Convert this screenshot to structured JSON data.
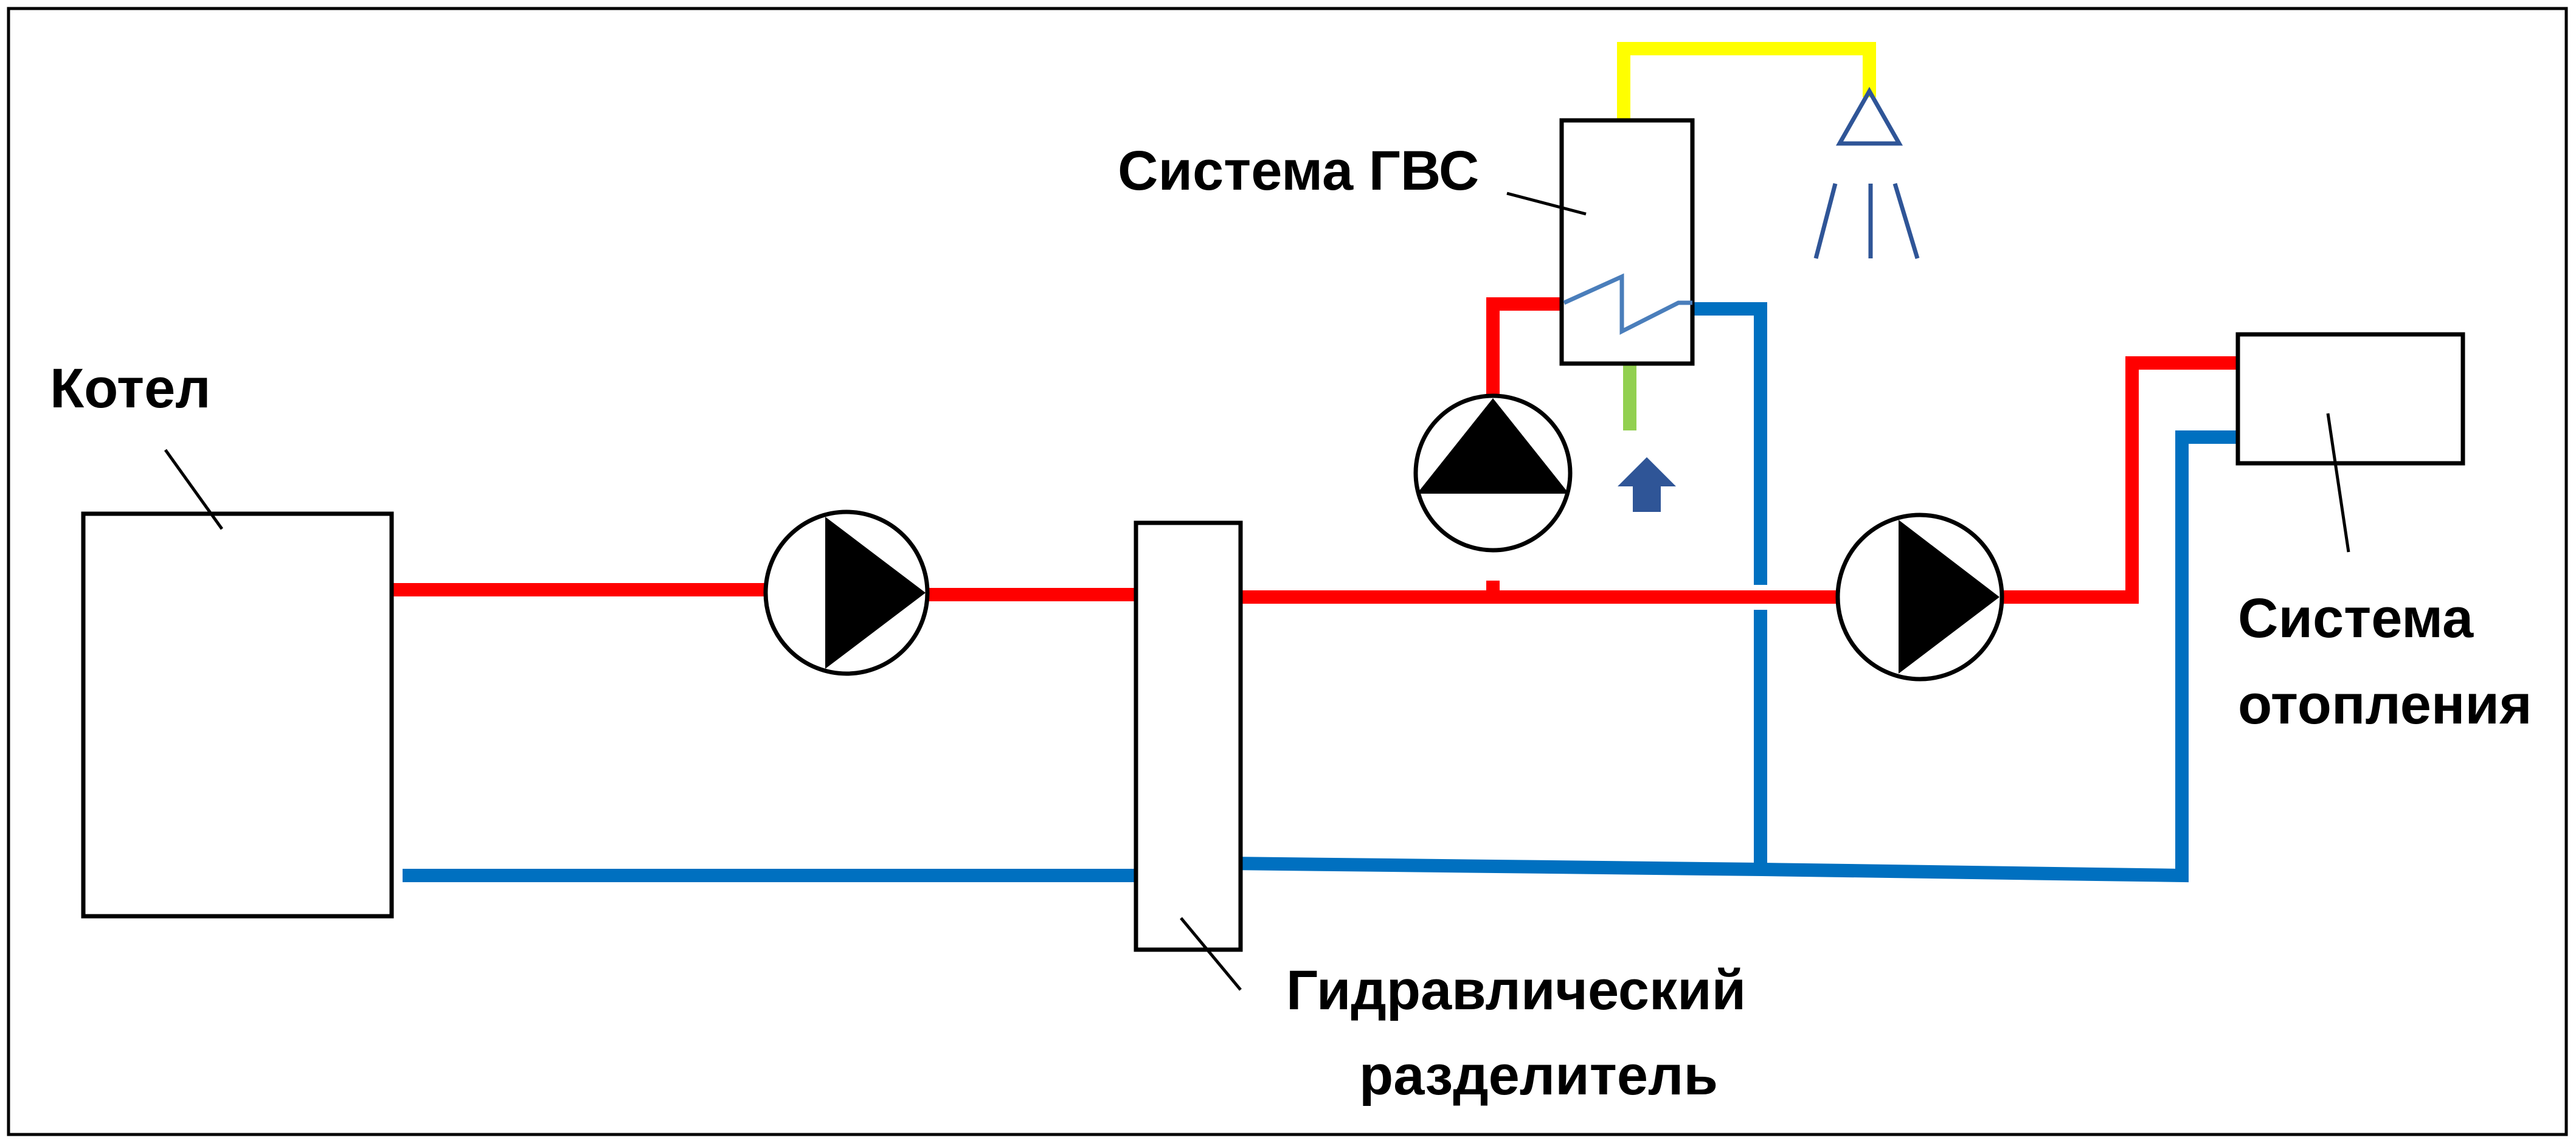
{
  "labels": {
    "boiler": "Котел",
    "dhw_system": "Система ГВС",
    "hydraulic_separator_line1": "Гидравлический",
    "hydraulic_separator_line2": "разделитель",
    "heating_system_line1": "Система",
    "heating_system_line2": "отопления"
  },
  "colors": {
    "supply_pipe": "#ff0000",
    "return_pipe": "#0070c0",
    "dhw_hot_water_pipe": "#ffff00",
    "cold_water_inlet_pipe": "#92d050",
    "heat_exchanger_coil": "#4a7ebb",
    "shower_and_arrow": "#2f5597",
    "pump_fill": "#000000",
    "outline": "#000000",
    "background": "#ffffff"
  },
  "icons": {
    "pumps": [
      "pump-icon",
      "pump-icon",
      "pump-icon"
    ],
    "shower": "shower-icon",
    "cold_water_arrow": "up-arrow-icon",
    "heat_exchanger": "heat-exchanger-coil-icon"
  }
}
